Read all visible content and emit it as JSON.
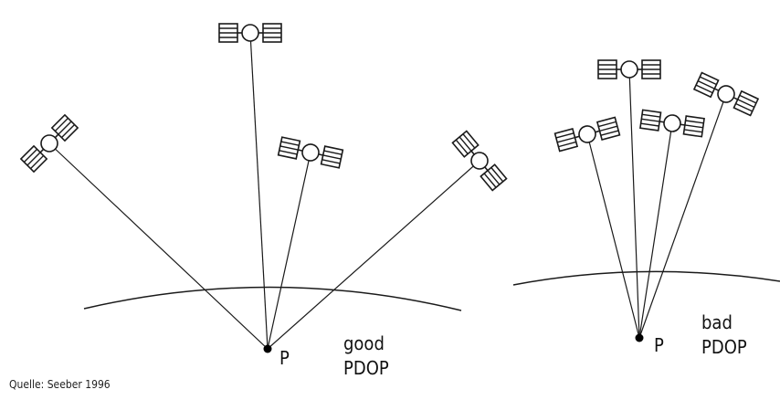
{
  "left_panel": {
    "point_label": "P",
    "quality_line1": "good",
    "quality_line2": "PDOP"
  },
  "right_panel": {
    "point_label": "P",
    "quality_line1": "bad",
    "quality_line2": "PDOP"
  },
  "source": "Quelle: Seeber 1996",
  "colors": {
    "line": "#1a1a1a",
    "panel": "#ffffff",
    "point": "#000000"
  },
  "icons": [
    "satellite-icon",
    "observer-point-icon"
  ]
}
